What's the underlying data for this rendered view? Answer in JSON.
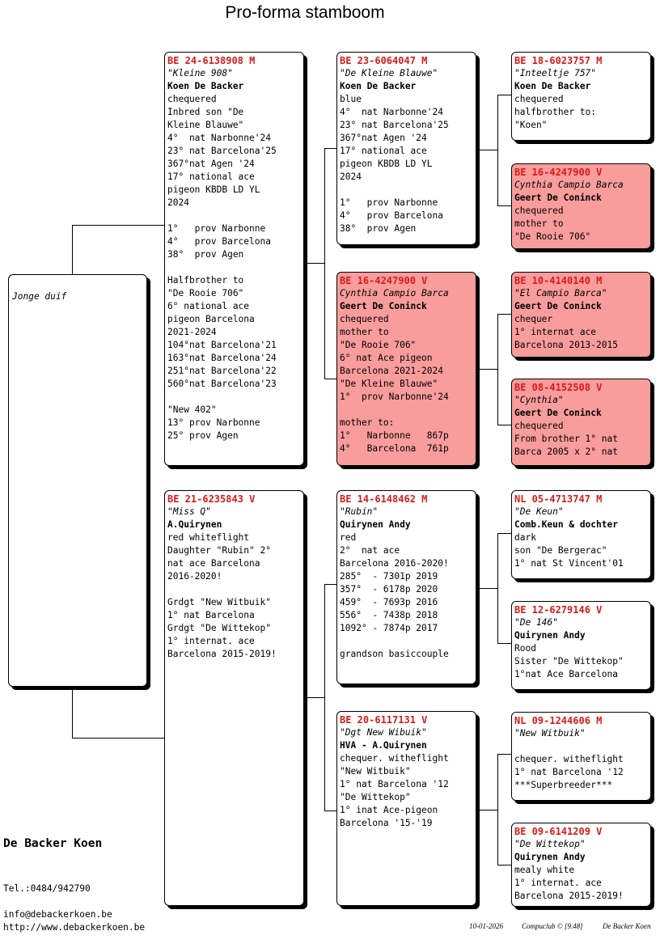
{
  "title": "Pro-forma stamboom",
  "subject": {
    "name": "Jonge duif"
  },
  "owner": {
    "name": "De Backer Koen",
    "tel": "Tel.:0484/942790",
    "email": "info@debackerkoen.be",
    "website": "http://www.debackerkoen.be"
  },
  "footer": {
    "date": "10-01-2026",
    "software": "Compuclub © [9.48]",
    "owner": "De Backer Koen"
  },
  "pigeons": {
    "sire": {
      "ring": "BE  24-6138908 M",
      "name": "\"Kleine 908\"",
      "breeder": "Koen De Backer",
      "lines": [
        "chequered",
        "Inbred son \"De",
        "Kleine Blauwe\"",
        "4°  nat Narbonne'24",
        "23° nat Barcelona'25",
        "367°nat Agen '24",
        "17° national ace",
        "pigeon KBDB LD YL",
        "2024",
        "",
        "1°   prov Narbonne",
        "4°   prov Barcelona",
        "38°  prov Agen",
        "",
        "Halfbrother to",
        "\"De Rooie 706\"",
        "6° national ace",
        "pigeon Barcelona",
        "2021-2024",
        "104°nat Barcelona'21",
        "163°nat Barcelona'24",
        "251°nat Barcelona'22",
        "560°nat Barcelona'23",
        "",
        "\"New 402\"",
        "13° prov Narbonne",
        "25° prov Agen"
      ]
    },
    "dam": {
      "ring": "BE  21-6235843 V",
      "name": "\"Miss Q\"",
      "breeder": "A.Quirynen",
      "lines": [
        "red whiteflight",
        "Daughter \"Rubin\" 2°",
        "nat ace Barcelona",
        "2016-2020!",
        "",
        "Grdgt \"New Witbuik\"",
        "1° nat Barcelona",
        "Grdgt \"De Wittekop\"",
        "1° internat. ace",
        "Barcelona 2015-2019!"
      ]
    },
    "sire_sire": {
      "ring": "BE  23-6064047 M",
      "name": "\"De Kleine Blauwe\"",
      "breeder": "Koen De Backer",
      "lines": [
        "blue",
        "4°  nat Narbonne'24",
        "23° nat Barcelona'25",
        "367°nat Agen '24",
        "17° national ace",
        "pigeon KBDB LD YL",
        "2024",
        "",
        "1°   prov Narbonne",
        "4°   prov Barcelona",
        "38°  prov Agen"
      ]
    },
    "sire_dam": {
      "ring": "BE  16-4247900 V",
      "name": "Cynthia Campio Barca",
      "breeder": "Geert De Coninck",
      "lines": [
        "chequered",
        "mother to",
        "\"De Rooie 706\"",
        "6° nat Ace pigeon",
        "Barcelona 2021-2024",
        "\"De Kleine Blauwe\"",
        "1°  prov Narbonne'24",
        "",
        "mother to:",
        "1°   Narbonne   867p",
        "4°   Barcelona  761p"
      ]
    },
    "dam_sire": {
      "ring": "BE  14-6148462 M",
      "name": "\"Rubin\"",
      "breeder": "Quirynen Andy",
      "lines": [
        "red",
        "2°  nat ace",
        "Barcelona 2016-2020!",
        "285°  - 7301p 2019",
        "357°  - 6178p 2020",
        "459°  - 7693p 2016",
        "556°  - 7438p 2018",
        "1092° - 7874p 2017",
        "",
        "grandson basiccouple"
      ]
    },
    "dam_dam": {
      "ring": "BE  20-6117131 V",
      "name": "\"Dgt New Wibuik\"",
      "breeder": "HVA - A.Quirynen",
      "lines": [
        "chequer. witheflight",
        "\"New Witbuik\"",
        "1° nat Barcelona '12",
        "\"De Wittekop\"",
        "1° inat Ace-pigeon",
        "Barcelona '15-'19"
      ]
    },
    "sss": {
      "ring": "BE  18-6023757 M",
      "name": "\"Inteeltje 757\"",
      "breeder": "Koen De Backer",
      "lines": [
        "chequered",
        "halfbrother to:",
        "\"Koen\""
      ]
    },
    "ssd": {
      "ring": "BE  16-4247900 V",
      "name": "Cynthia Campio Barca",
      "breeder": "Geert De Coninck",
      "lines": [
        "chequered",
        "mother to",
        "\"De Rooie 706\""
      ]
    },
    "sds": {
      "ring": "BE  10-4140140 M",
      "name": "\"El Campio Barca\"",
      "breeder": "Geert De Coninck",
      "lines": [
        "chequer",
        "1° internat ace",
        "Barcelona 2013-2015"
      ]
    },
    "sdd": {
      "ring": "BE  08-4152508 V",
      "name": "\"Cynthia\"",
      "breeder": "Geert De Coninck",
      "lines": [
        "chequered",
        "From brother 1° nat",
        "Barca 2005 x 2° nat"
      ]
    },
    "dss": {
      "ring": "NL  05-4713747 M",
      "name": "\"De Keun\"",
      "breeder": "Comb.Keun & dochter",
      "lines": [
        "dark",
        "son \"De Bergerac\"",
        "1° nat St Vincent'01"
      ]
    },
    "dsd": {
      "ring": "BE  12-6279146 V",
      "name": "\"De 146\"",
      "breeder": "Quirynen Andy",
      "lines": [
        "Rood",
        "Sister \"De Wittekop\"",
        "1°nat Ace Barcelona"
      ]
    },
    "dds": {
      "ring": "NL  09-1244606 M",
      "name": "\"New Witbuik\"",
      "breeder": "",
      "lines": [
        "chequer. witheflight",
        "1° nat Barcelona '12",
        "***Superbreeder***"
      ]
    },
    "ddd": {
      "ring": "BE  09-6141209 V",
      "name": "\"De Wittekop\"",
      "breeder": "Quirynen Andy",
      "lines": [
        "mealy white",
        "1° internat. ace",
        "Barcelona 2015-2019!"
      ]
    }
  },
  "colors": {
    "ring": "#d81b1b",
    "highlight": "#f99c9c",
    "border": "#000000"
  }
}
